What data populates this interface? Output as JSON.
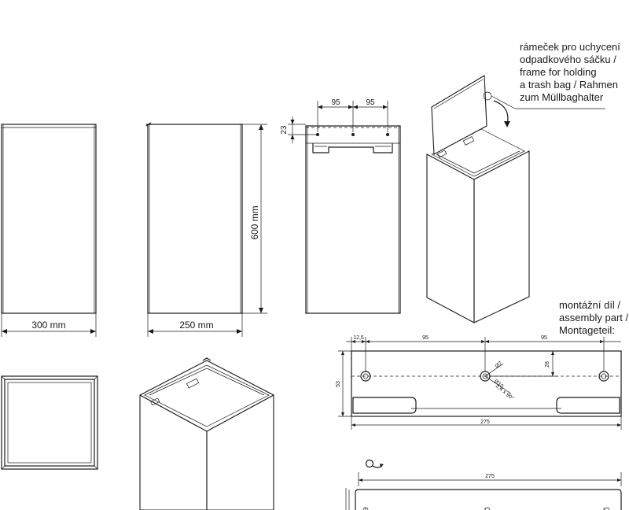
{
  "dimensions": {
    "width_front": "300 mm",
    "width_side": "250 mm",
    "height": "600 mm",
    "inner_spacing_left": "95",
    "inner_spacing_right": "95",
    "top_offset": "23"
  },
  "frame_note": {
    "lines": [
      "rámeček pro uchycení",
      "odpadkového sáčku /",
      "frame for holding",
      "a trash bag / Rahmen",
      "zum Müllbaghalter"
    ]
  },
  "assembly_note": {
    "lines": [
      "montážní díl /",
      "assembly part /",
      "Montageteil:"
    ]
  },
  "assembly_dimensions": {
    "edge_offset": "12,5",
    "spacing_left": "95",
    "spacing_right": "95",
    "hole_height": "28",
    "total_height": "53",
    "total_width": "275",
    "hole_diameter": "Ø7",
    "countersink": "Ø10",
    "countersink_note": "2,4 x 90°",
    "top_view_width": "275"
  },
  "icons": {
    "rotate": "rotate-arrow-icon"
  }
}
